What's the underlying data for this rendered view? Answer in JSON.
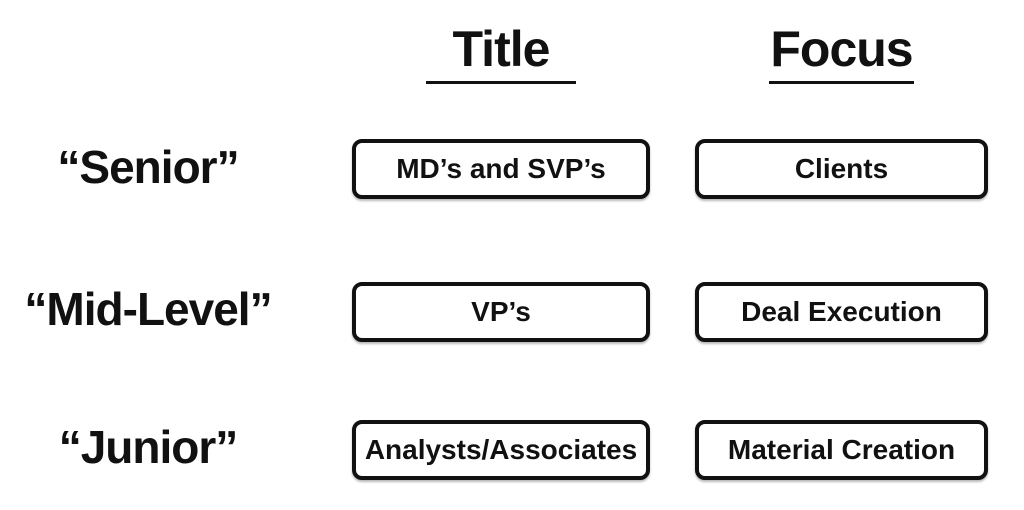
{
  "headers": {
    "title": "Title",
    "focus": "Focus"
  },
  "rows": [
    {
      "label": "“Senior”",
      "title": "MD’s and SVP’s",
      "focus": "Clients"
    },
    {
      "label": "“Mid-Level”",
      "title": "VP’s",
      "focus": "Deal Execution"
    },
    {
      "label": "“Junior”",
      "title": "Analysts/Associates",
      "focus": "Material Creation"
    }
  ],
  "colors": {
    "text": "#111111",
    "border": "#111111",
    "background": "#ffffff"
  }
}
